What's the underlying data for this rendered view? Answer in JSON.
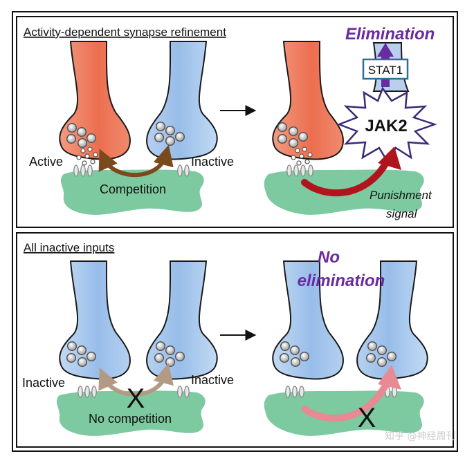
{
  "panel_top": {
    "title": "Activity-dependent synapse refinement",
    "label_active": "Active",
    "label_inactive": "Inactive",
    "label_competition": "Competition",
    "label_elimination": "Elimination",
    "label_stat1": "STAT1",
    "label_jak2": "JAK2",
    "label_punishment_1": "Punishment",
    "label_punishment_2": "signal"
  },
  "panel_bottom": {
    "title": "All inactive inputs",
    "label_inactive_left": "Inactive",
    "label_inactive_right": "Inactive",
    "label_x": "X",
    "label_no_competition": "No competition",
    "label_no_1": "No",
    "label_no_2": "elimination",
    "label_x_right": "X"
  },
  "watermark": "知乎 @神经周刊",
  "colors": {
    "active_terminal": "#ef7a5c",
    "inactive_terminal": "#a8c8ee",
    "postsynaptic": "#7dc9a0",
    "competition_arrow": "#7a4a1c",
    "punishment_arrow": "#b0151e",
    "faded_arrow": "#e88a93",
    "faded_brown": "#b39a84",
    "elimination_text": "#6a2aa0",
    "stat1_box": "#2e6f94"
  }
}
